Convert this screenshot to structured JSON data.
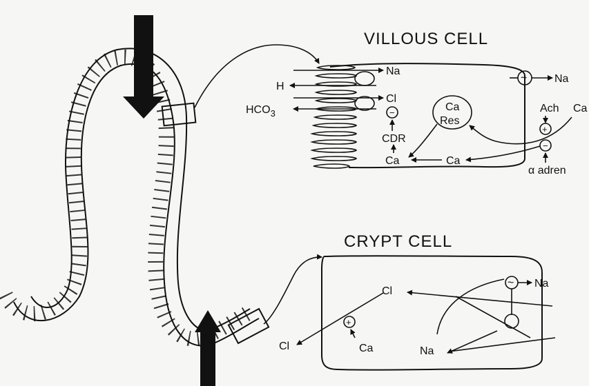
{
  "villous_cell": {
    "title": "VILLOUS CELL",
    "labels": {
      "na_left": "Na",
      "h": "H",
      "cl": "Cl",
      "hco3_base": "HCO",
      "hco3_sub": "3",
      "cdr": "CDR",
      "ca_bottom_left": "Ca",
      "ca_bottom_mid": "Ca",
      "ca_res_top": "Ca",
      "ca_res_bottom": "Res",
      "na_right": "Na",
      "ach": "Ach",
      "ca_right": "Ca",
      "alpha_adren": "α adren"
    }
  },
  "crypt_cell": {
    "title": "CRYPT CELL",
    "labels": {
      "cl_top": "Cl",
      "cl_bottom": "Cl",
      "ca": "Ca",
      "na_bottom": "Na",
      "na_right": "Na"
    }
  },
  "symbols": {
    "plus": "+",
    "minus": "−",
    "tilde": "~"
  }
}
